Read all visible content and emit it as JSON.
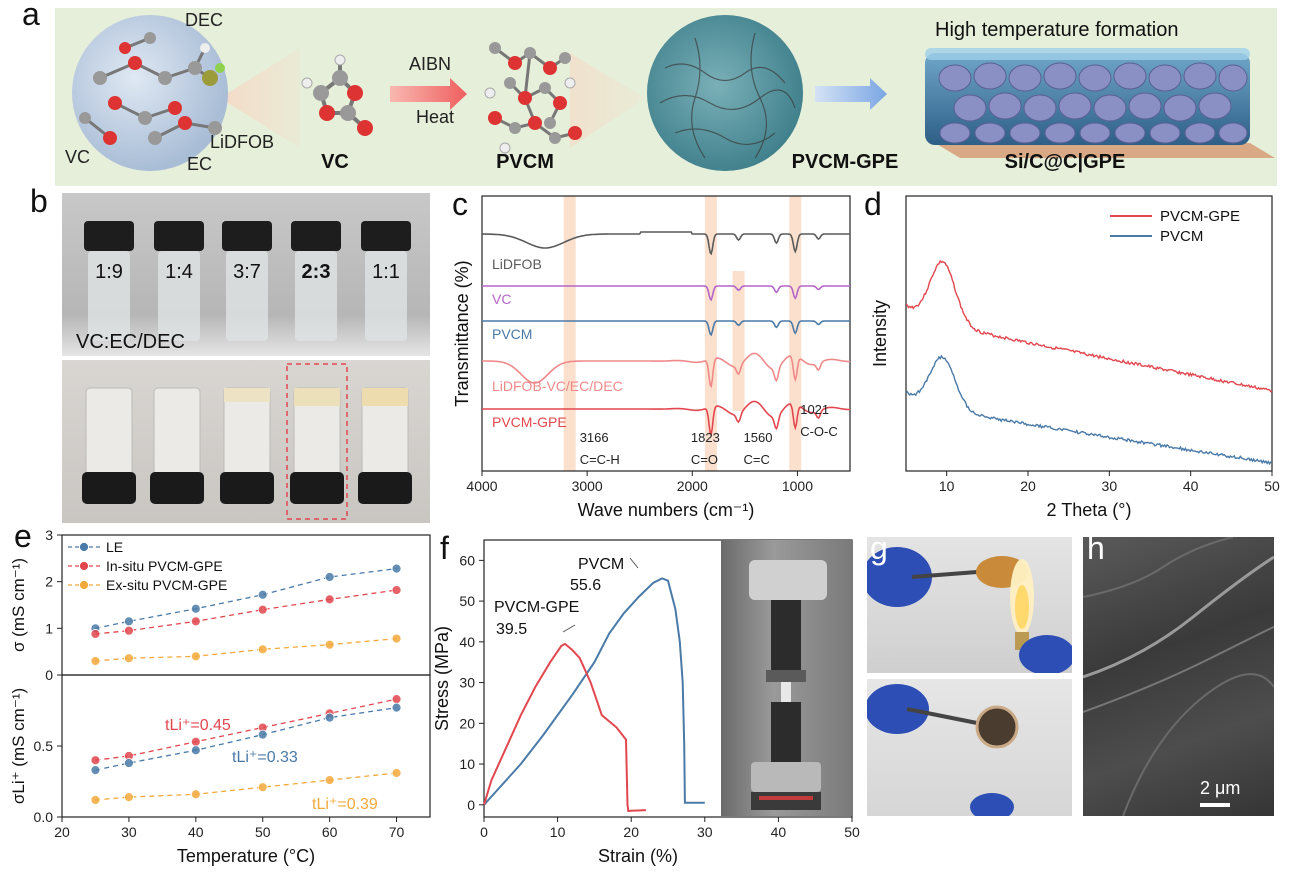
{
  "panel_labels": {
    "a": "a",
    "b": "b",
    "c": "c",
    "d": "d",
    "e": "e",
    "f": "f",
    "g": "g",
    "h": "h"
  },
  "panel_a": {
    "labels": {
      "dec": "DEC",
      "vc_mol": "VC",
      "lidfob": "LiDFOB",
      "ec": "EC",
      "vc": "VC",
      "aibn": "AIBN",
      "heat": "Heat",
      "pvcm": "PVCM",
      "pvcm_gpe": "PVCM-GPE",
      "formation": "High temperature formation",
      "anode": "Si/C@C|GPE"
    },
    "colors": {
      "band": "#e6efd9",
      "arrow": "#f07a7a",
      "arrow2": "#8fb4e8"
    }
  },
  "panel_b": {
    "ratios": [
      "1:9",
      "1:4",
      "3:7",
      "2:3",
      "1:1"
    ],
    "bold_ratio_index": 3,
    "caption": "VC:EC/DEC"
  },
  "chart_data": [
    {
      "id": "c",
      "type": "line",
      "xlabel": "Wave numbers (cm⁻¹)",
      "ylabel": "Transmittance (%)",
      "xlim": [
        4000,
        500
      ],
      "xticks": [
        4000,
        3000,
        2000,
        1000
      ],
      "series": [
        {
          "name": "LiDFOB",
          "color": "#5a5a5a"
        },
        {
          "name": "VC",
          "color": "#b566c9"
        },
        {
          "name": "PVCM",
          "color": "#4a7aa8"
        },
        {
          "name": "LiDFOB-VC/EC/DEC",
          "color": "#f08a8a"
        },
        {
          "name": "PVCM-GPE",
          "color": "#e2474f"
        }
      ],
      "highlight_bands": [
        3166,
        1823,
        1560,
        1021
      ],
      "annotations": [
        {
          "x": 3166,
          "value": "3166",
          "bond": "C=C-H"
        },
        {
          "x": 1823,
          "value": "1823",
          "bond": "C=O"
        },
        {
          "x": 1560,
          "value": "1560",
          "bond": "C=C"
        },
        {
          "x": 1021,
          "value": "1021",
          "bond": "C-O-C"
        }
      ]
    },
    {
      "id": "d",
      "type": "line",
      "xlabel": "2 Theta (°)",
      "ylabel": "Intensity",
      "xlim": [
        5,
        50
      ],
      "xticks": [
        10,
        20,
        30,
        40,
        50
      ],
      "legend": "top-right",
      "series": [
        {
          "name": "PVCM-GPE",
          "color": "#e2474f",
          "peak_x": 9.5
        },
        {
          "name": "PVCM",
          "color": "#4a7aa8",
          "peak_x": 9.5
        }
      ]
    },
    {
      "id": "e",
      "type": "scatter",
      "xlabel": "Temperature (°C)",
      "x": [
        25,
        30,
        40,
        50,
        60,
        70
      ],
      "xlim": [
        20,
        75
      ],
      "xticks": [
        20,
        30,
        40,
        50,
        60,
        70
      ],
      "top": {
        "ylabel": "σ (mS cm⁻¹)",
        "ylim": [
          0,
          3
        ],
        "yticks": [
          0,
          1,
          2,
          3
        ],
        "legend": "top-left",
        "series": [
          {
            "name": "LE",
            "color": "#4a7aa8",
            "values": [
              1.0,
              1.15,
              1.42,
              1.72,
              2.1,
              2.28
            ]
          },
          {
            "name": "In-situ PVCM-GPE",
            "color": "#e2474f",
            "values": [
              0.88,
              0.95,
              1.15,
              1.4,
              1.62,
              1.82
            ]
          },
          {
            "name": "Ex-situ PVCM-GPE",
            "color": "#f2a93b",
            "values": [
              0.3,
              0.36,
              0.4,
              0.55,
              0.65,
              0.78
            ]
          }
        ]
      },
      "bottom": {
        "ylabel": "σLi⁺ (mS cm⁻¹)",
        "ylim": [
          0,
          1
        ],
        "yticks": [
          0.0,
          0.5
        ],
        "series": [
          {
            "name": "In-situ",
            "color": "#e2474f",
            "values": [
              0.4,
              0.43,
              0.53,
              0.63,
              0.73,
              0.83
            ],
            "label": "tLi⁺=0.45"
          },
          {
            "name": "LE",
            "color": "#4a7aa8",
            "values": [
              0.33,
              0.38,
              0.47,
              0.58,
              0.7,
              0.77
            ],
            "label": "tLi⁺=0.33"
          },
          {
            "name": "Ex-situ",
            "color": "#f2a93b",
            "values": [
              0.12,
              0.14,
              0.16,
              0.21,
              0.26,
              0.31
            ],
            "label": "tLi⁺=0.39"
          }
        ]
      }
    },
    {
      "id": "f",
      "type": "line",
      "xlabel": "Strain (%)",
      "ylabel": "Stress (MPa)",
      "xlim": [
        0,
        50
      ],
      "ylim": [
        -3,
        65
      ],
      "xticks": [
        0,
        10,
        20,
        30,
        40,
        50
      ],
      "yticks": [
        0,
        10,
        20,
        30,
        40,
        50,
        60
      ],
      "series": [
        {
          "name": "PVCM",
          "color": "#4a7aa8",
          "peak": 55.6,
          "points": [
            [
              0,
              0
            ],
            [
              2,
              4
            ],
            [
              5,
              10
            ],
            [
              8,
              17
            ],
            [
              12,
              27
            ],
            [
              15,
              35
            ],
            [
              17,
              42
            ],
            [
              19,
              47
            ],
            [
              21,
              51
            ],
            [
              23,
              54.5
            ],
            [
              24.2,
              55.6
            ],
            [
              25,
              55
            ],
            [
              26,
              48
            ],
            [
              26.6,
              40
            ],
            [
              27,
              30
            ],
            [
              27.2,
              15
            ],
            [
              27.3,
              0.5
            ],
            [
              30,
              0.5
            ]
          ]
        },
        {
          "name": "PVCM-GPE",
          "color": "#e2474f",
          "peak": 39.5,
          "points": [
            [
              0,
              0
            ],
            [
              1,
              6
            ],
            [
              3,
              14
            ],
            [
              5,
              22
            ],
            [
              7,
              29
            ],
            [
              9,
              35
            ],
            [
              10.5,
              39
            ],
            [
              11,
              39.5
            ],
            [
              12,
              38
            ],
            [
              13,
              36
            ],
            [
              14.5,
              30
            ],
            [
              16,
              22
            ],
            [
              18,
              19
            ],
            [
              19.3,
              16
            ],
            [
              19.5,
              0
            ],
            [
              19.6,
              -1.5
            ],
            [
              22,
              -1.3
            ]
          ]
        }
      ],
      "annotations": [
        {
          "series": "PVCM",
          "name": "PVCM",
          "value": "55.6"
        },
        {
          "series": "PVCM-GPE",
          "name": "PVCM-GPE",
          "value": "39.5"
        }
      ]
    }
  ],
  "panel_h": {
    "scale_bar": "2 μm"
  }
}
